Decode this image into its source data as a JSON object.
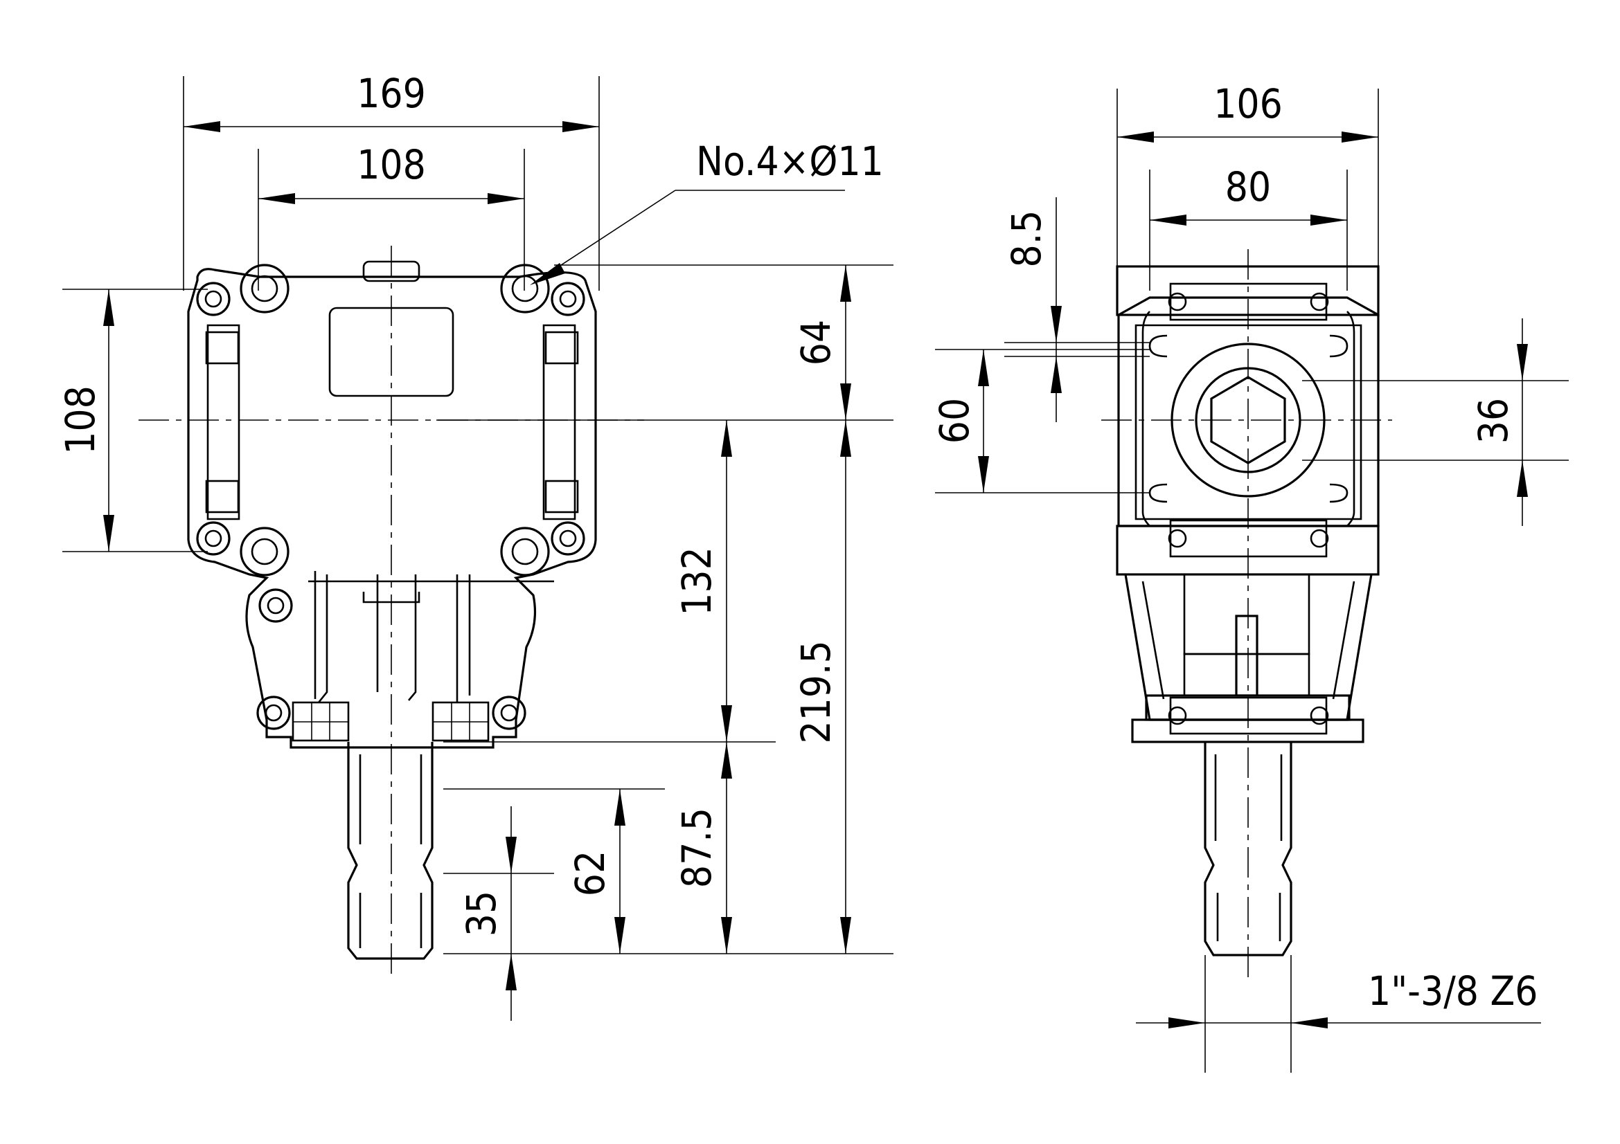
{
  "front_view": {
    "dims": {
      "overall_width": "169",
      "hole_spacing_h": "108",
      "hole_spacing_v": "108",
      "mount_hole_note": "No.4×Ø11",
      "top_to_axis": "64",
      "axis_to_flange": "132",
      "axis_to_shaft_end": "219.5",
      "flange_to_shaft_end": "87.5",
      "shaft_len_62": "62",
      "shaft_len_35": "35"
    }
  },
  "side_view": {
    "dims": {
      "overall_depth": "106",
      "hole_spacing": "80",
      "slot_width": "8.5",
      "slot_spacing": "60",
      "bore_dia": "36",
      "spline_spec": "1\"-3/8 Z6"
    }
  }
}
